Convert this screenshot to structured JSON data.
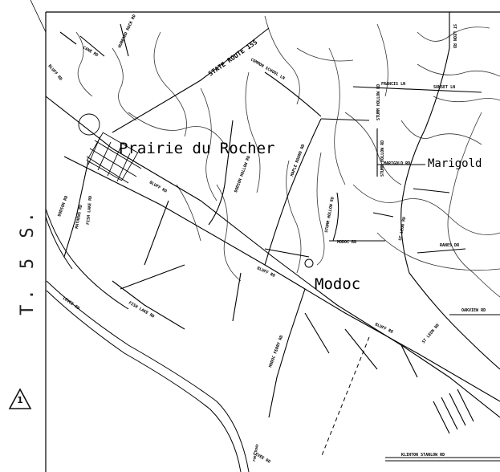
{
  "side_label": "T. 5 S.",
  "revision_mark": "1",
  "towns": [
    {
      "id": "prairie",
      "name": "Prairie du Rocher"
    },
    {
      "id": "modoc",
      "name": "Modoc"
    },
    {
      "id": "marigold",
      "name": "Marigold"
    }
  ],
  "roads": [
    {
      "id": "state-route-155",
      "name": "STATE ROUTE 155"
    },
    {
      "id": "common-school",
      "name": "COMMON SCHOOL LN"
    },
    {
      "id": "hubbard-rock",
      "name": "HUBBARD ROCK RD"
    },
    {
      "id": "cane",
      "name": "CANE RD"
    },
    {
      "id": "bluff-nw",
      "name": "BLUFF RD"
    },
    {
      "id": "francis",
      "name": "FRANCIS LN"
    },
    {
      "id": "sunset",
      "name": "SUNSET LN"
    },
    {
      "id": "st-leon-n",
      "name": "ST LEON RD"
    },
    {
      "id": "stumm-hollow-1",
      "name": "STUMM HOLLOW RD"
    },
    {
      "id": "stumm-hollow-2",
      "name": "STUMM HOLLOW RD"
    },
    {
      "id": "stumm-hollow-3",
      "name": "STUMM HOLLOW RD"
    },
    {
      "id": "marigold-rd",
      "name": "MARIGOLD RD"
    },
    {
      "id": "maple-round",
      "name": "MAPLE ROUND RD"
    },
    {
      "id": "dodson-hollow",
      "name": "DODSON HOLLOW RD"
    },
    {
      "id": "bluff-mid",
      "name": "BLUFF RD"
    },
    {
      "id": "dodson",
      "name": "DODSON RD"
    },
    {
      "id": "mathews",
      "name": "MATHEWS RD"
    },
    {
      "id": "fish-lake-n",
      "name": "FISH LAKE RD"
    },
    {
      "id": "st-leon-mid",
      "name": "ST LEON RD"
    },
    {
      "id": "modoc-rd",
      "name": "MODOC RD"
    },
    {
      "id": "ranes",
      "name": "RANES DR"
    },
    {
      "id": "bluff-modoc",
      "name": "BLUFF RD"
    },
    {
      "id": "oakview",
      "name": "OAKVIEW RD"
    },
    {
      "id": "bluff-se",
      "name": "BLUFF RD"
    },
    {
      "id": "st-leon-s",
      "name": "ST LEON RD"
    },
    {
      "id": "levee-w",
      "name": "LEVEE RD"
    },
    {
      "id": "fish-lake-s",
      "name": "FISH LAKE RD"
    },
    {
      "id": "modoc-ferry",
      "name": "MODOC FERRY RD"
    },
    {
      "id": "fort-chartres",
      "name": "FORT ROAD"
    },
    {
      "id": "levee-s",
      "name": "LEVEE RD"
    },
    {
      "id": "klinton",
      "name": "KLINTON STANLOW RD"
    }
  ]
}
